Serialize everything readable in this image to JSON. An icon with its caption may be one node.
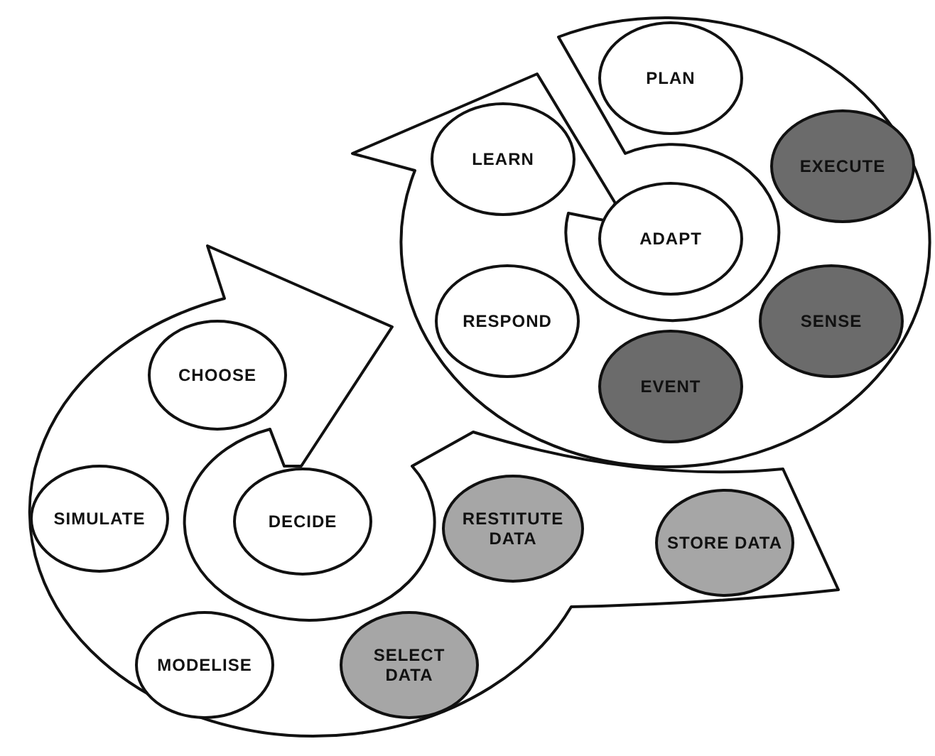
{
  "diagram": {
    "nodes": [
      {
        "text": [
          "PLAN"
        ]
      },
      {
        "text": [
          "LEARN"
        ]
      },
      {
        "text": [
          "EXECUTE"
        ]
      },
      {
        "text": [
          "ADAPT"
        ]
      },
      {
        "text": [
          "RESPOND"
        ]
      },
      {
        "text": [
          "SENSE"
        ]
      },
      {
        "text": [
          "EVENT"
        ]
      },
      {
        "text": [
          "CHOOSE"
        ]
      },
      {
        "text": [
          "SIMULATE"
        ]
      },
      {
        "text": [
          "DECIDE"
        ]
      },
      {
        "text": [
          "RESTITUTE DATA"
        ]
      },
      {
        "text": [
          "STORE DATA"
        ]
      },
      {
        "text": [
          "MODELISE"
        ]
      },
      {
        "text": [
          "SELECT DATA"
        ]
      }
    ]
  }
}
